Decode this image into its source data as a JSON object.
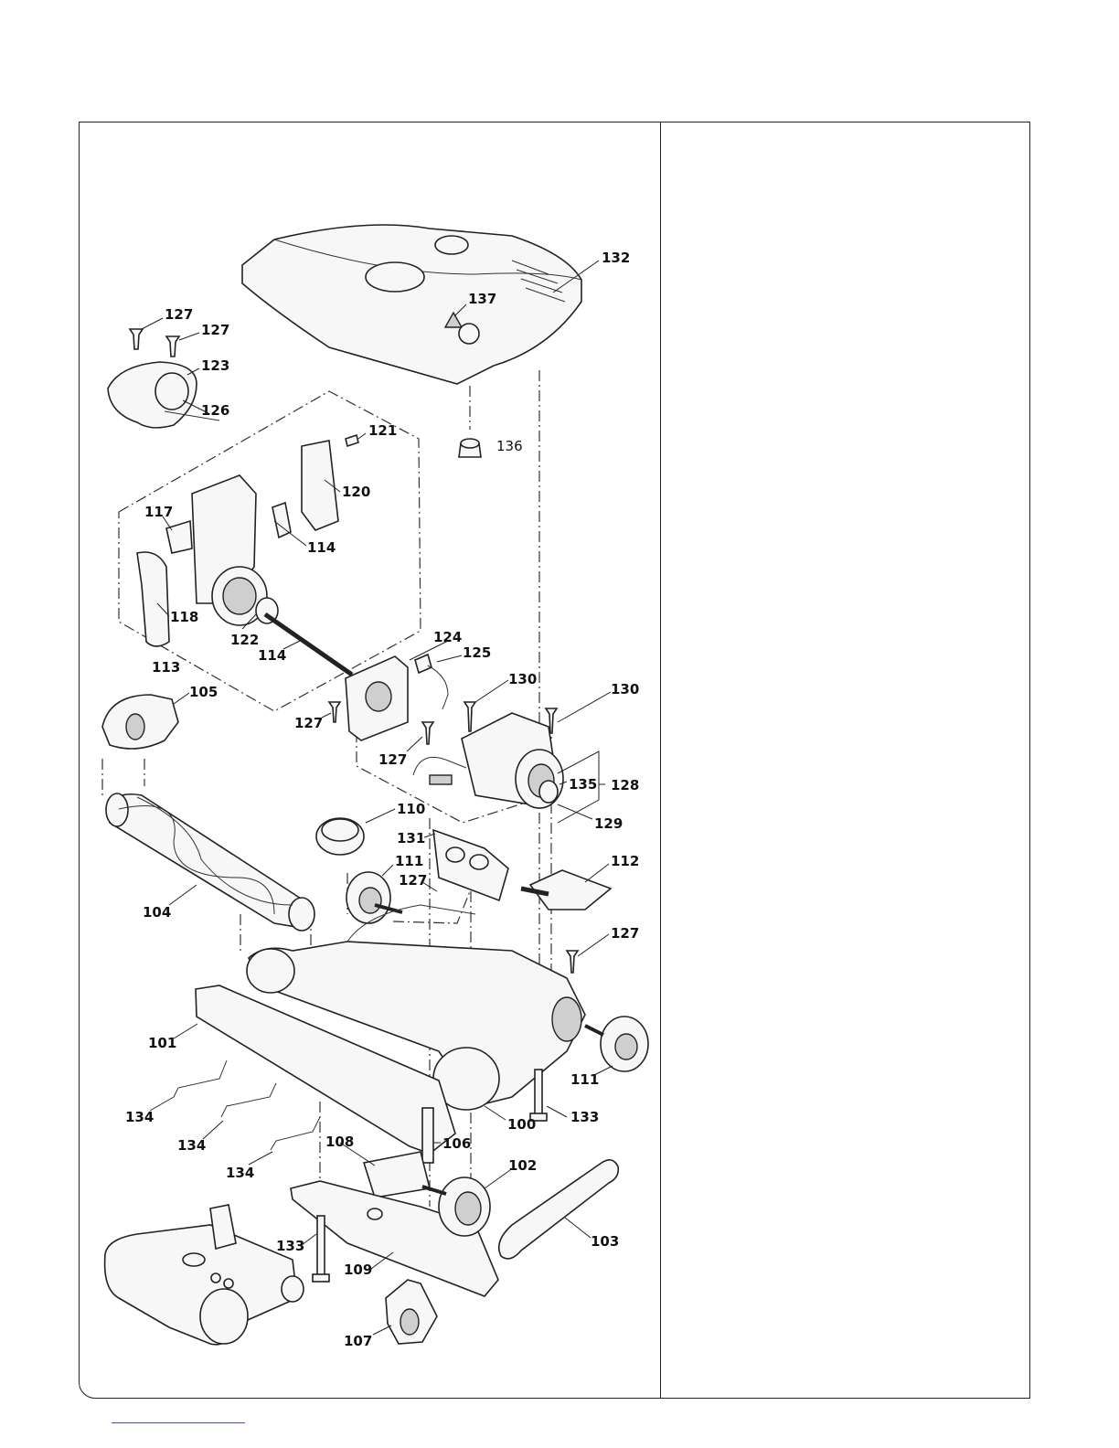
{
  "labels": {
    "p132": "132",
    "p137": "137",
    "p127a": "127",
    "p127b": "127",
    "p123": "123",
    "p126": "126",
    "p121": "121",
    "p136": "136",
    "p120": "120",
    "p117": "117",
    "p114a": "114",
    "p118": "118",
    "p122": "122",
    "p114b": "114",
    "p113": "113",
    "p124": "124",
    "p125": "125",
    "p130a": "130",
    "p130b": "130",
    "p105": "105",
    "p127c": "127",
    "p127d": "127",
    "p135": "135",
    "p128": "128",
    "p129": "129",
    "p110": "110",
    "p131": "131",
    "p111a": "111",
    "p127e": "127",
    "p112": "112",
    "p104": "104",
    "p127f": "127",
    "p101": "101",
    "p111b": "111",
    "p134a": "134",
    "p100": "100",
    "p133a": "133",
    "p134b": "134",
    "p106": "106",
    "p108": "108",
    "p134c": "134",
    "p102": "102",
    "p133b": "133",
    "p103": "103",
    "p109": "109",
    "p107": "107"
  },
  "colors": {
    "line": "#222222",
    "background": "#ffffff",
    "footer_link": "#3f4fbf"
  }
}
